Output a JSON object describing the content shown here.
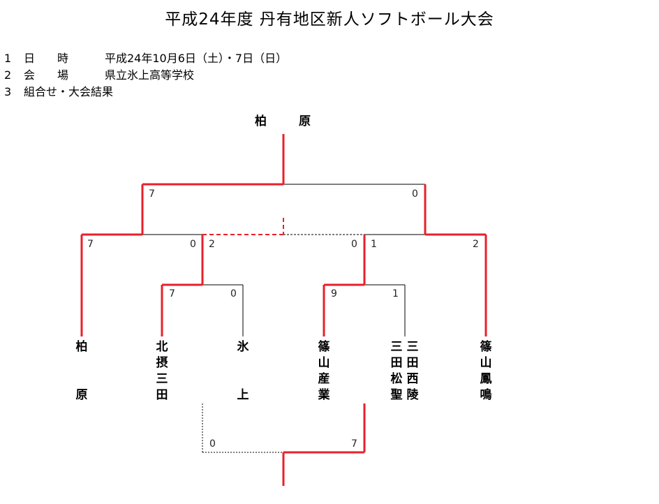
{
  "title": "平成24年度 丹有地区新人ソフトボール大会",
  "info": [
    {
      "num": "1",
      "label": "日　　時",
      "value": "平成24年10月6日（土）・7日（日）"
    },
    {
      "num": "2",
      "label": "会　　場",
      "value": "県立氷上高等学校"
    },
    {
      "num": "3",
      "label": "組合せ・大会結果",
      "value": ""
    }
  ],
  "champion": {
    "first": "柏",
    "second": "原"
  },
  "teams": [
    {
      "id": "kaibara",
      "lines": [
        "柏",
        "",
        "",
        "原"
      ]
    },
    {
      "id": "kitasetsu",
      "lines": [
        "北",
        "摂",
        "三",
        "田"
      ]
    },
    {
      "id": "hikami",
      "lines": [
        "氷",
        "",
        "",
        "上"
      ]
    },
    {
      "id": "sasayama-sangyo",
      "lines": [
        "篠",
        "山",
        "産",
        "業"
      ]
    },
    {
      "id": "sanda-shoryo",
      "lines": [
        "三",
        "田",
        "松",
        "聖"
      ]
    },
    {
      "id": "sanda-nishiryo",
      "lines": [
        "三",
        "田",
        "西",
        "陵"
      ]
    },
    {
      "id": "hoomei",
      "lines": [
        "篠",
        "山",
        "鳳",
        "鳴"
      ]
    }
  ],
  "scores": {
    "final_left": "7",
    "final_right": "0",
    "semi_left_left": "7",
    "semi_left_right": "0",
    "semi_mid_left": "2",
    "semi_mid_right": "0",
    "semi_right_left": "1",
    "semi_right_right": "2",
    "qf_left_left": "7",
    "qf_left_right": "0",
    "qf_right_left": "9",
    "qf_right_right": "1",
    "third_left": "0",
    "third_right": "7"
  },
  "colors": {
    "winner": "#e8202a",
    "loser": "#000000",
    "dashed": "#e8202a"
  }
}
